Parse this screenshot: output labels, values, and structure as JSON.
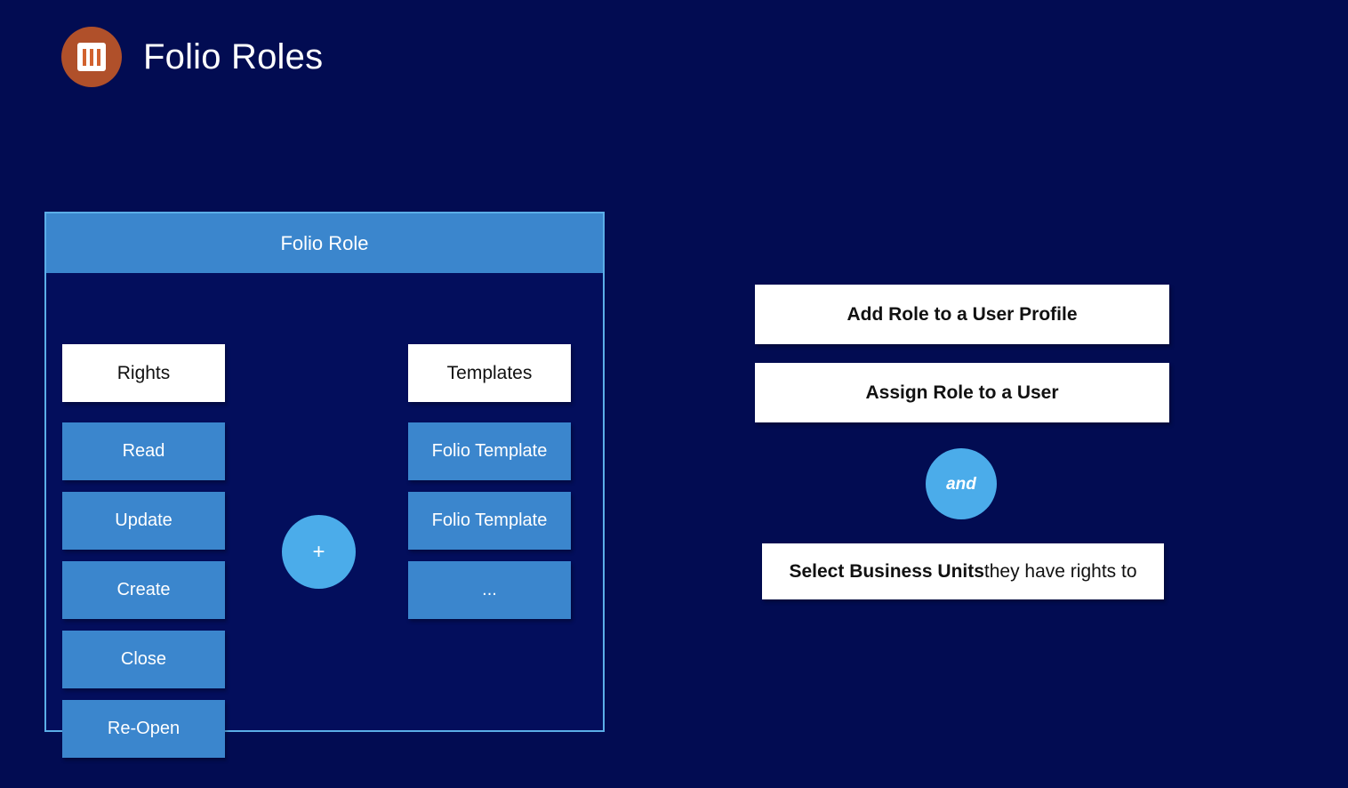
{
  "header": {
    "title": "Folio Roles",
    "icon": "folio-book-icon",
    "icon_circle_color": "#B0502A",
    "icon_bar_color": "#D2622E"
  },
  "theme": {
    "background": "#020C52",
    "panel_background": "#030E5C",
    "panel_border": "#5BAEE8",
    "accent_blue": "#3B86CD",
    "light_blue": "#4BACEA",
    "white": "#FFFFFF",
    "text_dark": "#111111"
  },
  "folio_role_panel": {
    "title": "Folio Role",
    "rights_column": {
      "header": "Rights",
      "items": [
        {
          "label": "Read"
        },
        {
          "label": "Update"
        },
        {
          "label": "Create"
        },
        {
          "label": "Close"
        },
        {
          "label": "Re-Open"
        }
      ]
    },
    "connector": {
      "symbol": "+",
      "name": "plus-connector"
    },
    "templates_column": {
      "header": "Templates",
      "items": [
        {
          "label": "Folio Template"
        },
        {
          "label": "Folio Template"
        },
        {
          "label": "..."
        }
      ]
    }
  },
  "assignment_flow": {
    "steps": [
      {
        "label": "Add Role to a User Profile"
      },
      {
        "label": "Assign Role to a User"
      }
    ],
    "connector": {
      "label": "and",
      "name": "and-connector"
    },
    "final_step": {
      "bold_part": "Select Business Units",
      "normal_part": " they have rights to"
    }
  }
}
